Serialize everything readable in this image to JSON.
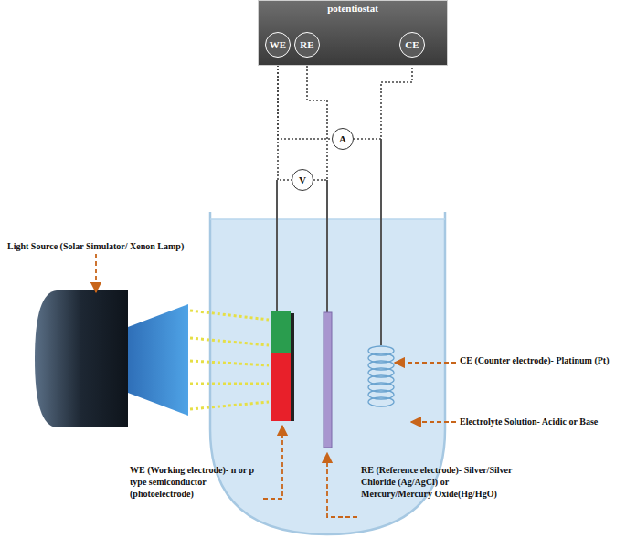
{
  "diagram": {
    "nodes": [
      {
        "text": [
          "potentiostat"
        ]
      },
      {
        "text": [
          "WE"
        ],
        "in": 0
      },
      {
        "text": [
          "RE"
        ],
        "in": 0
      },
      {
        "text": [
          "CE"
        ],
        "in": 0
      },
      {
        "text": [
          "A"
        ]
      },
      {
        "text": [
          "V"
        ]
      }
    ],
    "edges": [
      {
        "from": 1,
        "to": 4,
        "arrow": "none"
      },
      {
        "from": 4,
        "to": 3,
        "arrow": "none"
      },
      {
        "from": 1,
        "to": 5,
        "arrow": "none"
      },
      {
        "from": 5,
        "to": 2,
        "arrow": "none"
      }
    ],
    "labels": [
      "Light Source (Solar Simulator/ Xenon Lamp)",
      "CE (Counter electrode)- Platinum (Pt)",
      "Electrolyte Solution- Acidic or Base",
      "WE (Working electrode)- n or p type semiconductor (photoelectrode)",
      "RE (Reference electrode)- Silver/Silver Chloride (Ag/AgCl) or Mercury/Mercury Oxide(Hg/HgO)"
    ]
  }
}
